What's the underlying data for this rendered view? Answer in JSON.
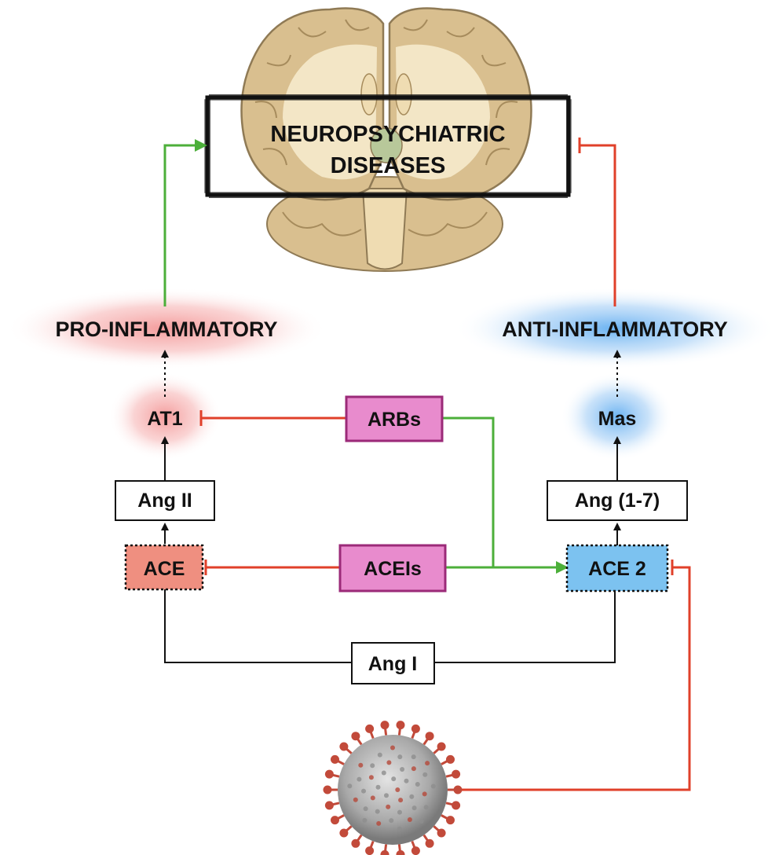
{
  "title": {
    "line1": "NEUROPSYCHIATRIC",
    "line2": "DISEASES"
  },
  "labels": {
    "pro_inflammatory": "PRO-INFLAMMATORY",
    "anti_inflammatory": "ANTI-INFLAMMATORY",
    "at1": "AT1",
    "mas": "Mas",
    "ang_ii": "Ang II",
    "ang_1_7": "Ang (1-7)",
    "ace": "ACE",
    "ace2": "ACE 2",
    "ang_i": "Ang I",
    "arbs": "ARBs",
    "aceis": "ACEIs"
  },
  "colors": {
    "activation_arrow": "#4caf3a",
    "inhibition_line": "#e0402a",
    "drug_box": "#e88bcd",
    "drug_box_border": "#9b2a78",
    "ace_box": "#ef8f80",
    "ace2_box": "#7cc2f0",
    "pro_glow": "#f28a8a",
    "anti_glow": "#5aaaf0",
    "brain_tissue": "#d9bf8f",
    "brain_outline": "#8f7a55"
  },
  "icons": {
    "brain": "brain-coronal-section-icon",
    "virus": "coronavirus-icon"
  }
}
